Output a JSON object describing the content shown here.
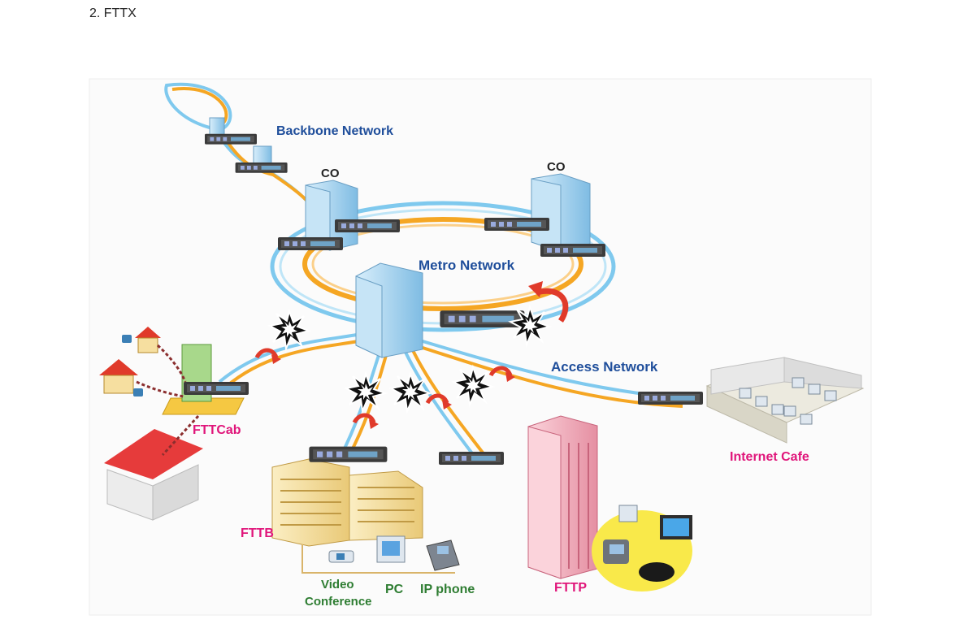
{
  "heading": "2. FTTX",
  "labels": {
    "backbone": "Backbone Network",
    "co_left": "CO",
    "co_right": "CO",
    "metro": "Metro Network",
    "access": "Access Network",
    "fttcab": "FTTCab",
    "fttb": "FTTB",
    "fttp": "FTTP",
    "internet_cafe": "Internet Cafe",
    "video_conf_line1": "Video",
    "video_conf_line2": "Conference",
    "pc": "PC",
    "ip_phone": "IP phone"
  },
  "colors": {
    "fiber_blue": "#7fc9ee",
    "fiber_orange": "#f5a623",
    "label_blue": "#1f4e9b",
    "label_magenta": "#e0157a",
    "label_green": "#2e7d32",
    "building_blue": "#9fd0ef",
    "building_cream": "#f6dfa0",
    "building_pink": "#f5b6c2",
    "break_red": "#e03a2a"
  }
}
